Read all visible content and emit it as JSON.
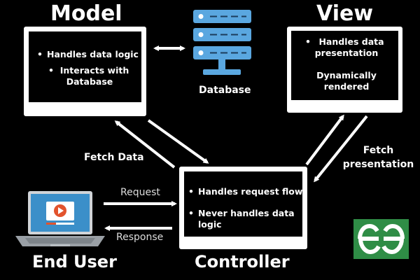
{
  "titles": {
    "model": "Model",
    "view": "View",
    "end_user": "End User",
    "controller": "Controller"
  },
  "model": {
    "bullet_1": "Handles data logic",
    "bullet_2_line1": "Interacts with",
    "bullet_2_line2": "Database"
  },
  "view": {
    "bullet_1_line1": "Handles data",
    "bullet_1_line2": "presentation",
    "bullet_2_line1": "Dynamically",
    "bullet_2_line2": "rendered"
  },
  "controller": {
    "bullet_1": "Handles request flow",
    "bullet_2_line1": "Never handles data",
    "bullet_2_line2": "logic"
  },
  "database": {
    "label": "Database"
  },
  "arrows": {
    "fetch_data": "Fetch Data",
    "fetch_presentation_line1": "Fetch",
    "fetch_presentation_line2": "presentation",
    "request": "Request",
    "response": "Response"
  },
  "icons": {
    "database": "database-server-icon",
    "laptop": "laptop-video-icon",
    "logo": "geeksforgeeks-logo-icon"
  },
  "colors": {
    "background": "#000000",
    "foreground": "#ffffff",
    "database_blue": "#5aa7e0",
    "logo_green": "#2f8d46",
    "laptop_screen": "#3b8fc9",
    "play_red": "#e2532d"
  }
}
